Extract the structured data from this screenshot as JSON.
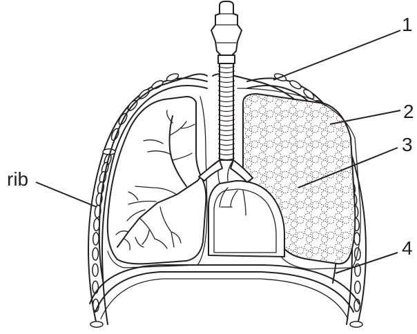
{
  "labels": {
    "rib": "rib",
    "one": "1",
    "two": "2",
    "three": "3",
    "four": "4"
  },
  "colors": {
    "ink": "#231f20",
    "background": "#ffffff"
  }
}
